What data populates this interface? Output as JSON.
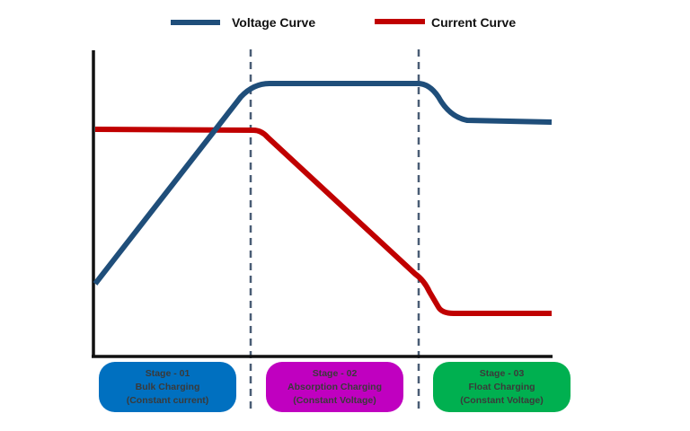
{
  "legend": {
    "voltage": {
      "label": "Voltage Curve",
      "color": "#1f4e7a"
    },
    "current": {
      "label": "Current Curve",
      "color": "#c00000"
    }
  },
  "stages": [
    {
      "title": "Stage - 01",
      "name": "Bulk Charging",
      "mode": "(Constant current)",
      "color": "#0070c0"
    },
    {
      "title": "Stage - 02",
      "name": "Absorption Charging",
      "mode": "(Constant Voltage)",
      "color": "#c000c0"
    },
    {
      "title": "Stage - 03",
      "name": "Float Charging",
      "mode": "(Constant Voltage)",
      "color": "#00b050"
    }
  ],
  "chart_data": {
    "type": "line",
    "title": "",
    "xlabel": "",
    "ylabel": "",
    "series": [
      {
        "name": "Voltage Curve",
        "points": [
          [
            0,
            0.29
          ],
          [
            0.34,
            1.0
          ],
          [
            0.72,
            1.0
          ],
          [
            0.82,
            0.86
          ],
          [
            1.0,
            0.86
          ]
        ]
      },
      {
        "name": "Current Curve",
        "points": [
          [
            0,
            0.86
          ],
          [
            0.36,
            0.86
          ],
          [
            0.72,
            0.29
          ],
          [
            0.78,
            0.16
          ],
          [
            1.0,
            0.16
          ]
        ]
      }
    ],
    "annotations": [
      "Stage - 01 Bulk Charging (Constant current)",
      "Stage - 02 Absorption Charging (Constant Voltage)",
      "Stage - 03 Float Charging (Constant Voltage)"
    ],
    "grid": false
  }
}
